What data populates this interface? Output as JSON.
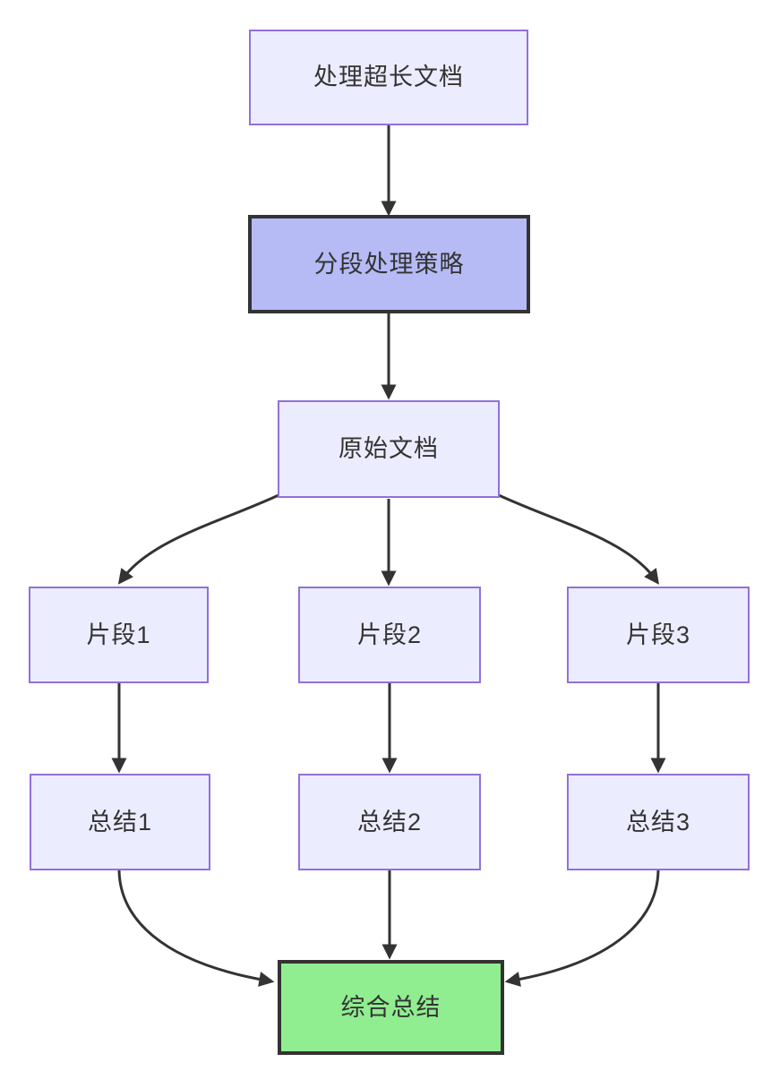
{
  "diagram": {
    "type": "flowchart",
    "direction": "top-down",
    "nodes": [
      {
        "id": "process-long-doc",
        "label": "处理超长文档",
        "style": "default"
      },
      {
        "id": "segment-strategy",
        "label": "分段处理策略",
        "style": "emphasis-purple"
      },
      {
        "id": "original-doc",
        "label": "原始文档",
        "style": "default"
      },
      {
        "id": "fragment-1",
        "label": "片段1",
        "style": "default"
      },
      {
        "id": "fragment-2",
        "label": "片段2",
        "style": "default"
      },
      {
        "id": "fragment-3",
        "label": "片段3",
        "style": "default"
      },
      {
        "id": "summary-1",
        "label": "总结1",
        "style": "default"
      },
      {
        "id": "summary-2",
        "label": "总结2",
        "style": "default"
      },
      {
        "id": "summary-3",
        "label": "总结3",
        "style": "default"
      },
      {
        "id": "final-summary",
        "label": "综合总结",
        "style": "emphasis-green"
      }
    ],
    "edges": [
      {
        "from": "process-long-doc",
        "to": "segment-strategy"
      },
      {
        "from": "segment-strategy",
        "to": "original-doc"
      },
      {
        "from": "original-doc",
        "to": "fragment-1"
      },
      {
        "from": "original-doc",
        "to": "fragment-2"
      },
      {
        "from": "original-doc",
        "to": "fragment-3"
      },
      {
        "from": "fragment-1",
        "to": "summary-1"
      },
      {
        "from": "fragment-2",
        "to": "summary-2"
      },
      {
        "from": "fragment-3",
        "to": "summary-3"
      },
      {
        "from": "summary-1",
        "to": "final-summary"
      },
      {
        "from": "summary-2",
        "to": "final-summary"
      },
      {
        "from": "summary-3",
        "to": "final-summary"
      }
    ],
    "colors": {
      "node_fill": "#ECECFF",
      "node_border": "#9370DB",
      "strategy_fill": "#b6baf5",
      "final_fill": "#90EE90",
      "emphasis_border": "#333333",
      "edge": "#333333",
      "text": "#333333"
    }
  }
}
